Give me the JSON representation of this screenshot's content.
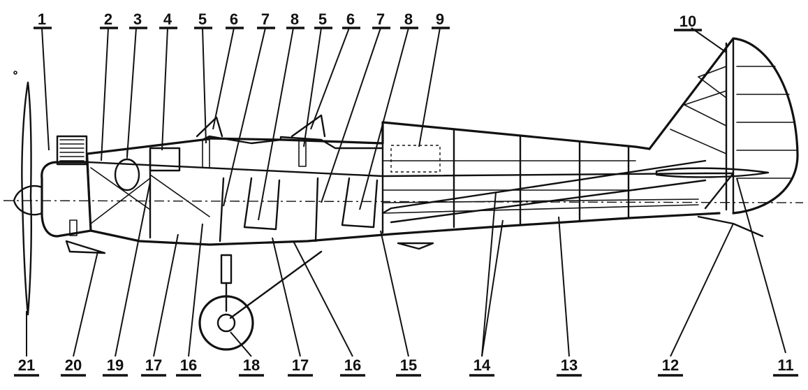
{
  "callouts": {
    "c1": "1",
    "c2": "2",
    "c3": "3",
    "c4": "4",
    "c5a": "5",
    "c6a": "6",
    "c7a": "7",
    "c8a": "8",
    "c5b": "5",
    "c6b": "6",
    "c7b": "7",
    "c8b": "8",
    "c9": "9",
    "c10": "10",
    "c11": "11",
    "c12": "12",
    "c13": "13",
    "c14": "14",
    "c15": "15",
    "c16a": "16",
    "c17a": "17",
    "c18": "18",
    "c16b": "16",
    "c17b": "17",
    "c19": "19",
    "c20": "20",
    "c21": "21"
  },
  "colors": {
    "ink": "#111111",
    "paper": "#ffffff"
  }
}
